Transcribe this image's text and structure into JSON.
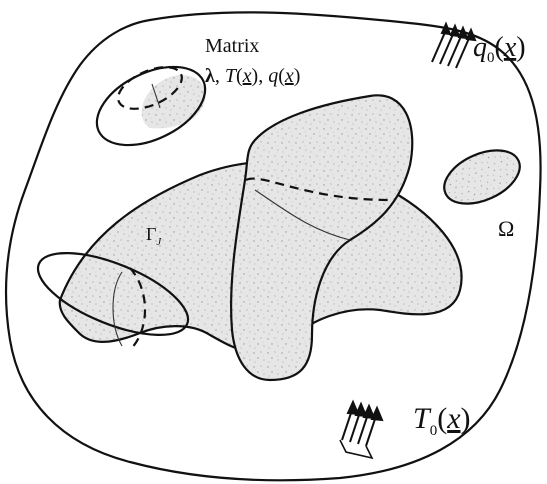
{
  "labels": {
    "matrix_title": "Matrix",
    "matrix_lambda": "λ",
    "matrix_sep1": ", ",
    "matrix_T": "T",
    "matrix_sep2": ", ",
    "matrix_q": "q",
    "paren_open": "(",
    "paren_close": ")",
    "x": "x",
    "q0_symbol": "q",
    "q0_subscript": "0",
    "T0_symbol": "T",
    "T0_subscript": "0",
    "gamma_symbol": "Γ",
    "gamma_subscript": "J",
    "omega_symbol": "Ω"
  },
  "colors": {
    "ink": "#111111",
    "inclusion_fill": "#e6e6e6",
    "speckle_dot": "#9a9a9a",
    "background": "#ffffff"
  }
}
